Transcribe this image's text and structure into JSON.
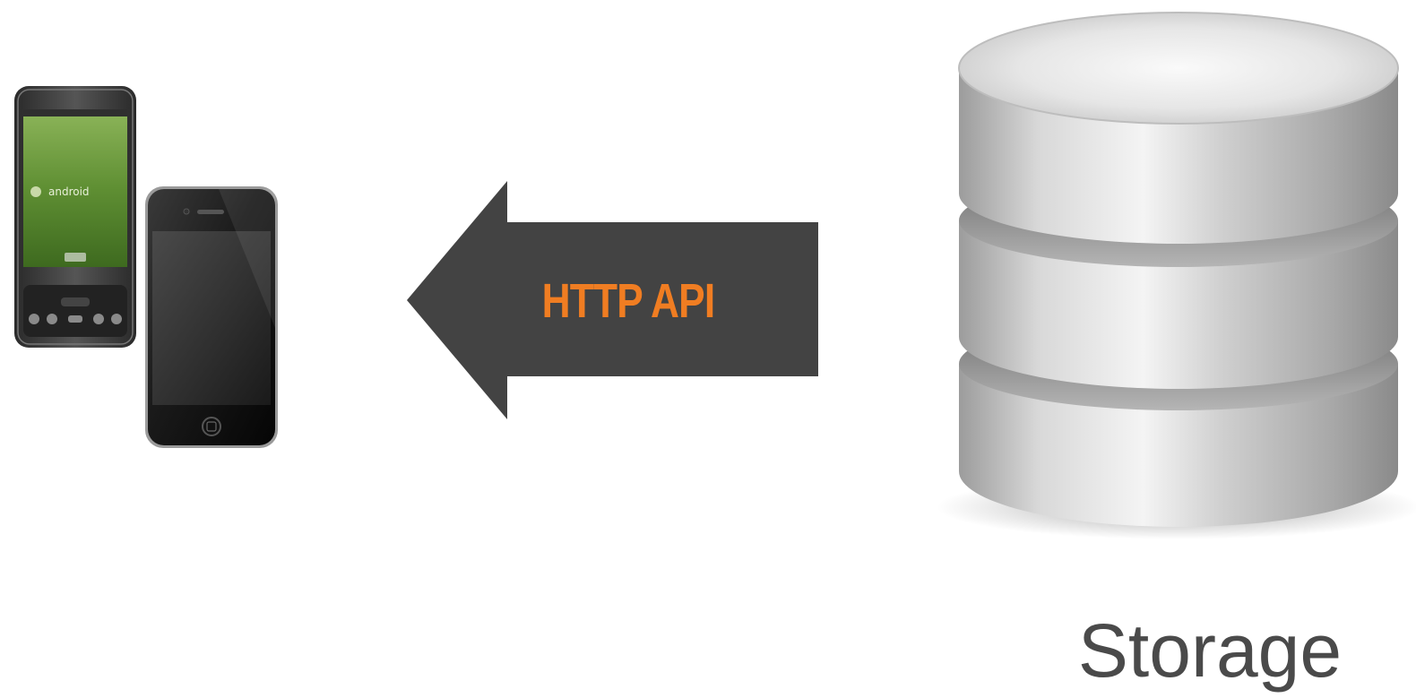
{
  "arrow": {
    "label": "HTTP API",
    "label_color": "#f07d22",
    "fill_color": "#434343",
    "direction": "left"
  },
  "storage": {
    "label": "Storage"
  },
  "devices": {
    "android_screen_text": "android",
    "icons": [
      "android-phone-icon",
      "iphone-icon"
    ]
  },
  "icons": {
    "storage": "database-cylinder-icon"
  }
}
